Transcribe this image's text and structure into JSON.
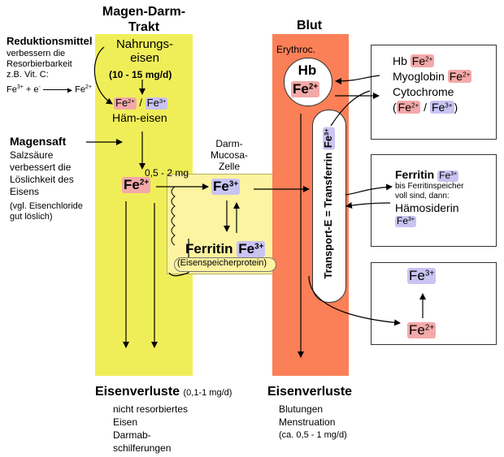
{
  "header": {
    "gut_title": "Magen-Darm-Trakt",
    "blood_title": "Blut",
    "erythro_label": "Erythroc."
  },
  "reduction": {
    "title": "Reduktionsmittel",
    "line1": "verbessern die",
    "line2": "Resorbierbarkeit",
    "line3": "z.B. Vit. C:",
    "equation_left": "Fe",
    "equation_left_sup": "3+",
    "equation_plus": "+ e",
    "equation_plus_sup": "-",
    "equation_right": "Fe",
    "equation_right_sup": "2+"
  },
  "nahrung": {
    "line1": "Nahrungs-",
    "line2": "eisen",
    "amount": "(10 - 15 mg/d)"
  },
  "heme": {
    "fe2": "Fe",
    "fe2_sup": "2+",
    "slash": "/",
    "fe3": "Fe",
    "fe3_sup": "3+",
    "label": "Häm-eisen"
  },
  "magensaft": {
    "title": "Magensaft",
    "line1": "Salzsäure",
    "line2": "verbessert die",
    "line3": "Löslichkeit des",
    "line4": "Eisens",
    "note1": "(vgl. Eisenchloride",
    "note2": "gut löslich)"
  },
  "gut_fe": {
    "text": "Fe",
    "sup": "2+"
  },
  "absorb_amount": "0,5 - 2 mg",
  "mucosa": {
    "line1": "Darm-",
    "line2": "Mucosa-",
    "line3": "Zelle",
    "fe3": "Fe",
    "fe3_sup": "3+",
    "ferritin": "Ferritin",
    "ferritin_fe": "Fe",
    "ferritin_sup": "3+",
    "store_note": "(Eisenspeicherprotein)"
  },
  "blood": {
    "hb": "Hb",
    "hb_fe": "Fe",
    "hb_sup": "2+",
    "transport": "Transport-E = Transferrin",
    "transport_fe": "Fe",
    "transport_sup": "3+"
  },
  "box1": {
    "hb": "Hb",
    "hb_fe": "Fe",
    "hb_sup": "2+",
    "myo": "Myoglobin",
    "myo_fe": "Fe",
    "myo_sup": "2+",
    "cyto": "Cytochrome",
    "open": "(",
    "c_fe2": "Fe",
    "c_fe2_sup": "2+",
    "slash": "/",
    "c_fe3": "Fe",
    "c_fe3_sup": "3+",
    "close": ")"
  },
  "box2": {
    "ferritin": "Ferritin",
    "ferritin_fe": "Fe",
    "ferritin_sup": "3+",
    "note1": "bis Ferritinspeicher",
    "note2": "voll sind, dann:",
    "hemo": "Hämosiderin",
    "hemo_fe": "Fe",
    "hemo_sup": "3+"
  },
  "box3": {
    "fe3": "Fe",
    "fe3_sup": "3+",
    "fe2": "Fe",
    "fe2_sup": "2+"
  },
  "loss_left": {
    "title": "Eisenverluste",
    "amount": "(0,1-1 mg/d)",
    "line1": "nicht resorbiertes",
    "line2": "Eisen",
    "line3": "Darmab-",
    "line4": "schilferungen"
  },
  "loss_right": {
    "title": "Eisenverluste",
    "line1": "Blutungen",
    "line2": "Menstruation",
    "line3": "(ca. 0,5 - 1  mg/d)"
  },
  "colors": {
    "gut": "#f0ee58",
    "mucosa": "#fdf3a0",
    "blood": "#fb7f57",
    "fe2_bg": "#f4a9a9",
    "fe3_bg": "#c9c4f2"
  }
}
